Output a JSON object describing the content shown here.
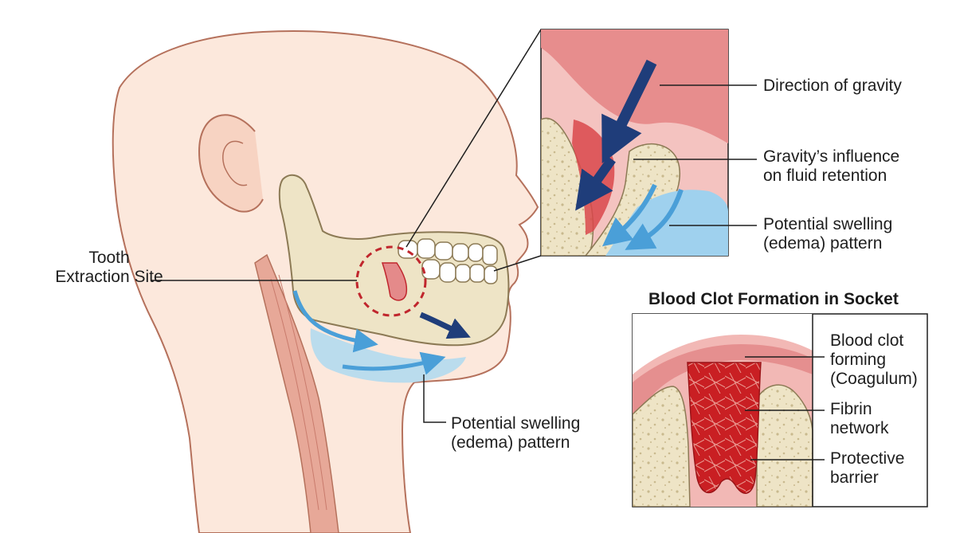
{
  "labels": {
    "tooth_extraction_site": [
      "Tooth",
      "Extraction Site"
    ],
    "swelling_face": [
      "Potential swelling",
      "(edema) pattern"
    ],
    "direction_of_gravity": [
      "Direction of gravity"
    ],
    "gravity_influence": [
      "Gravity’s influence",
      "on fluid retention"
    ],
    "swelling_inset": [
      "Potential swelling",
      "(edema) pattern"
    ],
    "clot_title": "Blood Clot Formation in Socket",
    "blood_clot": [
      "Blood clot",
      "forming",
      "(Coagulum)"
    ],
    "fibrin": [
      "Fibrin",
      "network"
    ],
    "barrier": [
      "Protective",
      "barrier"
    ]
  },
  "colors": {
    "skin": "#fce8dc",
    "skin_outline": "#b5715c",
    "bone": "#eee4c6",
    "gum": "#eaa3a3",
    "blood": "#c91f23",
    "gravity_arrow": "#1f3d7a",
    "edema": "#8fcbea",
    "extraction_circle": "#c0262d",
    "muscle": "#d98f82"
  },
  "icons": {
    "extraction_marker": "dashed-circle-icon",
    "gravity": "down-arrow-icon",
    "fluid": "curved-arrow-icon"
  }
}
